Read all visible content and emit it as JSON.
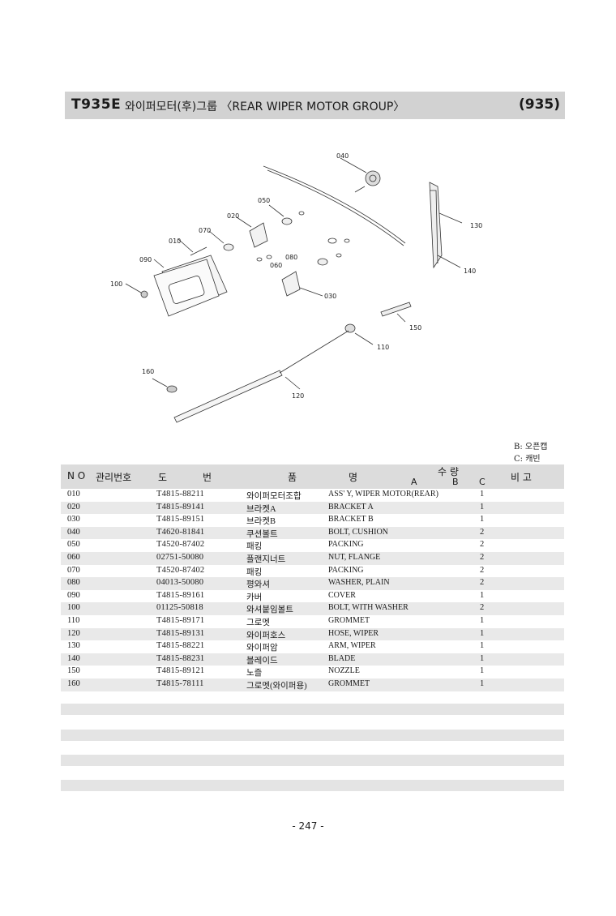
{
  "header": {
    "code": "T935E",
    "title": "와이퍼모터(후)그룹 〈REAR WIPER MOTOR GROUP〉",
    "page_code": "(935)"
  },
  "callouts": [
    "040",
    "050",
    "020",
    "070",
    "010",
    "090",
    "080",
    "060",
    "100",
    "030",
    "130",
    "140",
    "150",
    "110",
    "160",
    "120"
  ],
  "legend": {
    "b": "B: 오픈캡",
    "c": "C: 캐빈"
  },
  "table": {
    "headers": {
      "no": "N O",
      "mgmt": "관리번호",
      "drawing1": "도",
      "drawing2": "번",
      "name1": "품",
      "name2": "명",
      "qty": "수 량",
      "a": "A",
      "b": "B",
      "c": "C",
      "remarks": "비 고"
    },
    "rows": [
      {
        "no": "010",
        "part": "T4815-88211",
        "kr": "와이퍼모터조합",
        "en": "ASS' Y, WIPER MOTOR(REAR)",
        "qty": "1"
      },
      {
        "no": "020",
        "part": "T4815-89141",
        "kr": "브라켓A",
        "en": "BRACKET A",
        "qty": "1"
      },
      {
        "no": "030",
        "part": "T4815-89151",
        "kr": "브라켓B",
        "en": "BRACKET B",
        "qty": "1"
      },
      {
        "no": "040",
        "part": "T4620-81841",
        "kr": "쿠션볼트",
        "en": "BOLT, CUSHION",
        "qty": "2"
      },
      {
        "no": "050",
        "part": "T4520-87402",
        "kr": "패킹",
        "en": "PACKING",
        "qty": "2"
      },
      {
        "no": "060",
        "part": "02751-50080",
        "kr": "플랜지너트",
        "en": "NUT, FLANGE",
        "qty": "2"
      },
      {
        "no": "070",
        "part": "T4520-87402",
        "kr": "패킹",
        "en": "PACKING",
        "qty": "2"
      },
      {
        "no": "080",
        "part": "04013-50080",
        "kr": "평와셔",
        "en": "WASHER, PLAIN",
        "qty": "2"
      },
      {
        "no": "090",
        "part": "T4815-89161",
        "kr": "카버",
        "en": "COVER",
        "qty": "1"
      },
      {
        "no": "100",
        "part": "01125-50818",
        "kr": "와셔붙임볼트",
        "en": "BOLT, WITH WASHER",
        "qty": "2"
      },
      {
        "no": "110",
        "part": "T4815-89171",
        "kr": "그로멧",
        "en": "GROMMET",
        "qty": "1"
      },
      {
        "no": "120",
        "part": "T4815-89131",
        "kr": "와이퍼호스",
        "en": "HOSE, WIPER",
        "qty": "1"
      },
      {
        "no": "130",
        "part": "T4815-88221",
        "kr": "와이퍼암",
        "en": "ARM, WIPER",
        "qty": "1"
      },
      {
        "no": "140",
        "part": "T4815-88231",
        "kr": "블레이드",
        "en": "BLADE",
        "qty": "1"
      },
      {
        "no": "150",
        "part": "T4815-89121",
        "kr": "노즐",
        "en": "NOZZLE",
        "qty": "1"
      },
      {
        "no": "160",
        "part": "T4815-78111",
        "kr": "그로멧(와이퍼용)",
        "en": "GROMMET",
        "qty": "1"
      }
    ]
  },
  "page_number": "- 247 -"
}
